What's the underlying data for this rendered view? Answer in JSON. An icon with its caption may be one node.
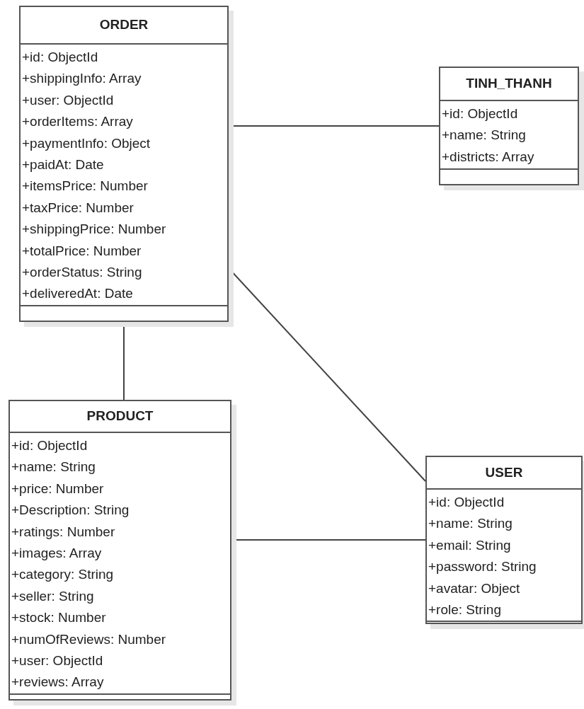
{
  "diagram": {
    "nodes": [
      {
        "text": [
          "ORDER",
          "+id: ObjectId",
          "+shippingInfo: Array",
          "+user: ObjectId",
          "+orderItems: Array",
          "+paymentInfo: Object",
          "+paidAt: Date",
          "+itemsPrice: Number",
          "+taxPrice: Number",
          "+shippingPrice: Number",
          "+totalPrice: Number",
          "+orderStatus: String",
          "+deliveredAt: Date"
        ]
      },
      {
        "text": [
          "TINH_THANH",
          "+id: ObjectId",
          "+name: String",
          "+districts: Array"
        ]
      },
      {
        "text": [
          "PRODUCT",
          "+id: ObjectId",
          "+name: String",
          "+price: Number",
          "+Description: String",
          "+ratings: Number",
          "+images: Array",
          "+category: String",
          "+seller: String",
          "+stock: Number",
          "+numOfReviews: Number",
          "+user: ObjectId",
          "+reviews: Array"
        ]
      },
      {
        "text": [
          "USER",
          "+id: ObjectId",
          "+name: String",
          "+email: String",
          "+password: String",
          "+avatar: Object",
          "+role: String"
        ]
      }
    ],
    "edges": [
      {
        "from": 0,
        "to": 1,
        "arrow": "none"
      },
      {
        "from": 0,
        "to": 2,
        "arrow": "none"
      },
      {
        "from": 0,
        "to": 3,
        "arrow": "none"
      },
      {
        "from": 2,
        "to": 3,
        "arrow": "none"
      }
    ]
  }
}
